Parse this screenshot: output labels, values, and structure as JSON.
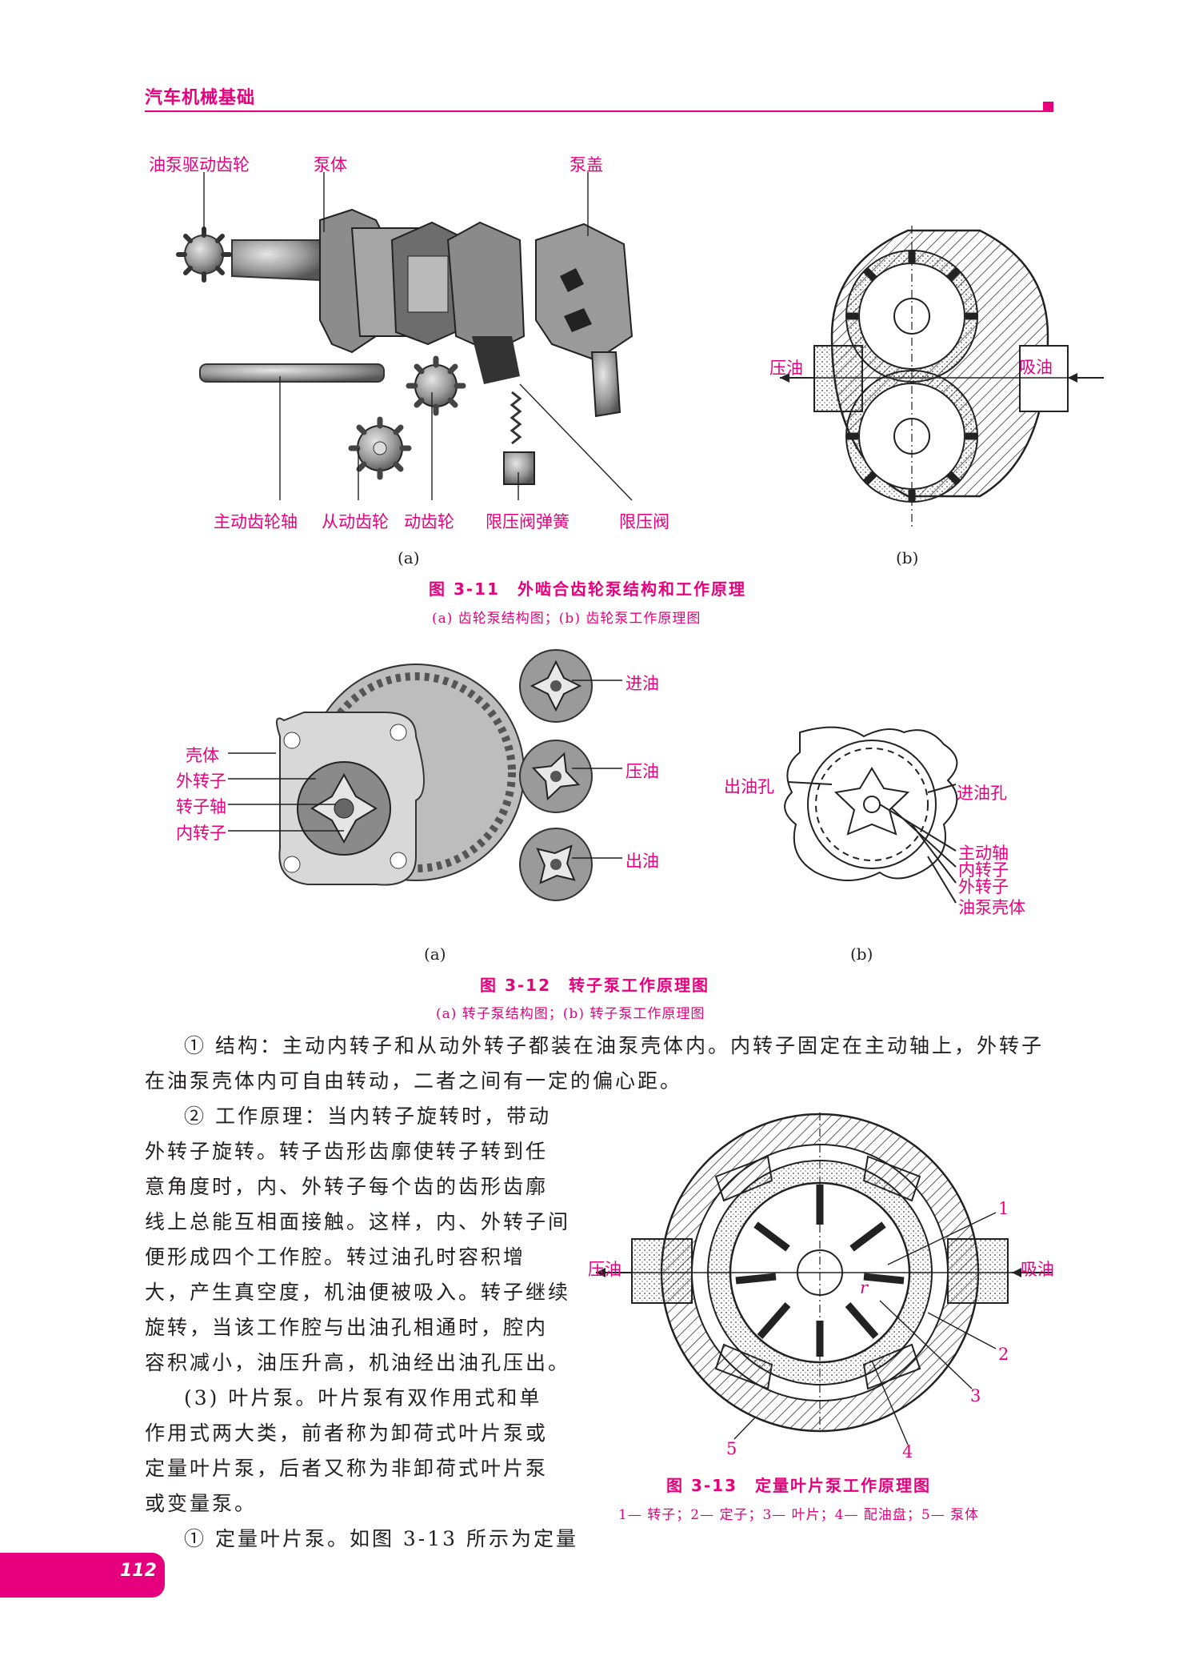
{
  "header": {
    "title": "汽车机械基础"
  },
  "fig311": {
    "labels": {
      "drive_gear": "油泵驱动齿轮",
      "pump_body": "泵体",
      "pump_cover": "泵盖",
      "main_shaft": "主动齿轮轴",
      "driven_gear": "从动齿轮",
      "drive_gear2": "动齿轮",
      "relief_spring": "限压阀弹簧",
      "relief_valve": "限压阀",
      "press_oil": "压油",
      "suck_oil": "吸油"
    },
    "sub_a": "(a)",
    "sub_b": "(b)",
    "caption": "图 3-11　外啮合齿轮泵结构和工作原理",
    "caption_sub": "(a) 齿轮泵结构图；(b) 齿轮泵工作原理图"
  },
  "fig312": {
    "labels": {
      "housing": "壳体",
      "outer_rotor": "外转子",
      "rotor_shaft": "转子轴",
      "inner_rotor": "内转子",
      "intake": "进油",
      "press": "压油",
      "outlet": "出油",
      "outlet_hole": "出油孔",
      "intake_hole": "进油孔",
      "drive_shaft": "主动轴",
      "inner_rotor_b": "内转子",
      "outer_rotor_b": "外转子",
      "pump_housing": "油泵壳体"
    },
    "sub_a": "(a)",
    "sub_b": "(b)",
    "caption": "图 3-12　转子泵工作原理图",
    "caption_sub": "(a) 转子泵结构图；(b) 转子泵工作原理图"
  },
  "fig313": {
    "labels": {
      "press_oil": "压油",
      "suck_oil": "吸油",
      "n1": "1",
      "n2": "2",
      "n3": "3",
      "n4": "4",
      "n5": "5",
      "r": "r"
    },
    "caption": "图 3-13　定量叶片泵工作原理图",
    "caption_sub": "1— 转子；2— 定子；3— 叶片；4— 配油盘；5— 泵体"
  },
  "text": {
    "p1_line1": "① 结构：主动内转子和从动外转子都装在油泵壳体内。内转子固定在主动轴上，外转子",
    "p1_line2": "在油泵壳体内可自由转动，二者之间有一定的偏心距。",
    "p2": [
      "② 工作原理：当内转子旋转时，带动",
      "外转子旋转。转子齿形齿廓使转子转到任",
      "意角度时，内、外转子每个齿的齿形齿廓",
      "线上总能互相面接触。这样，内、外转子间",
      "便形成四个工作腔。转过油孔时容积增",
      "大，产生真空度，机油便被吸入。转子继续",
      "旋转，当该工作腔与出油孔相通时，腔内",
      "容积减小，油压升高，机油经出油孔压出。"
    ],
    "p3": [
      "(3) 叶片泵。叶片泵有双作用式和单",
      "作用式两大类，前者称为卸荷式叶片泵或",
      "定量叶片泵，后者又称为非卸荷式叶片泵",
      "或变量泵。"
    ],
    "p4": "① 定量叶片泵。如图 3-13 所示为定量"
  },
  "footer": {
    "page_number": "112"
  }
}
